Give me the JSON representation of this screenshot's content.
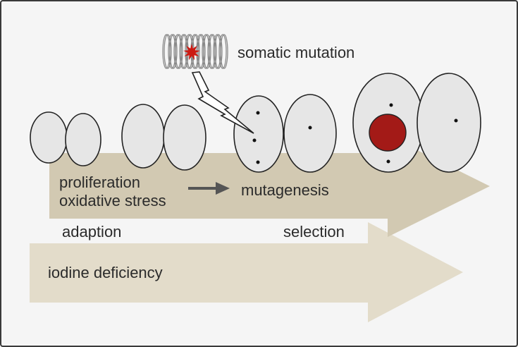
{
  "labels": {
    "somatic_mutation": "somatic mutation",
    "proliferation": "proliferation",
    "oxidative_stress": "oxidative stress",
    "mutagenesis": "mutagenesis",
    "adaption": "adaption",
    "selection": "selection",
    "iodine_deficiency": "iodine deficiency"
  },
  "colors": {
    "frame_border": "#3a3a3a",
    "background": "#f5f5f5",
    "upper_arrow": "#d2c9b2",
    "lower_arrow": "#e3dcca",
    "cell_fill": "#e6e6e6",
    "cell_stroke": "#222222",
    "mutant_nucleus": "#a31a17",
    "mutation_burst": "#cc1a12",
    "process_arrow": "#555555",
    "dna_strand": "#8a8a8a"
  },
  "icons": {
    "dna": "dna-helix-icon",
    "lightning": "lightning-bolt-icon",
    "burst": "mutation-burst-icon"
  }
}
